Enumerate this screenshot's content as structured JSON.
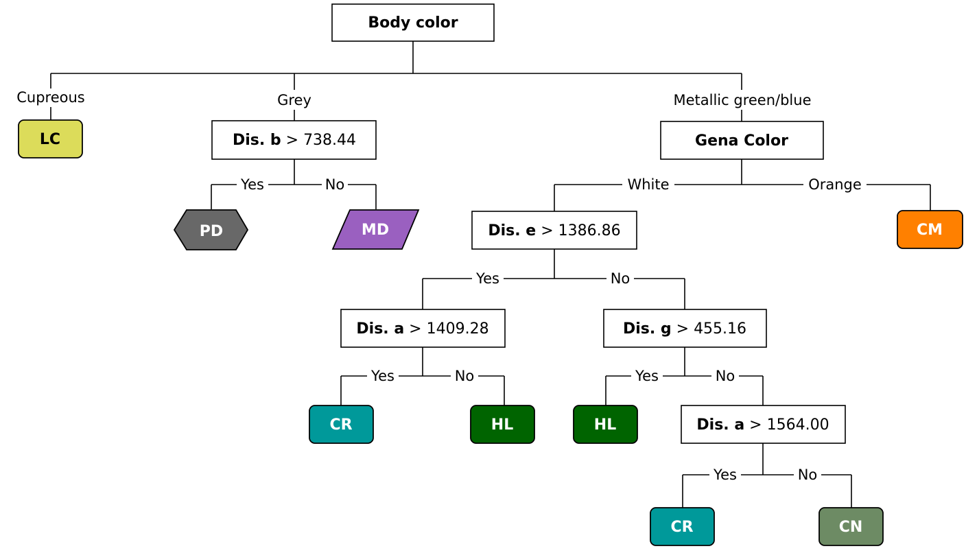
{
  "root": {
    "label": "Body color"
  },
  "branch_labels": {
    "cupreous": "Cupreous",
    "grey": "Grey",
    "metallic": "Metallic green/blue",
    "white": "White",
    "orange": "Orange",
    "yes": "Yes",
    "no": "No"
  },
  "nodes": {
    "dis_b": {
      "feature": "Dis. b",
      "op": ">",
      "value": "738.44"
    },
    "gena": {
      "label": "Gena Color"
    },
    "dis_e": {
      "feature": "Dis. e",
      "op": ">",
      "value": "1386.86"
    },
    "dis_a1": {
      "feature": "Dis. a",
      "op": ">",
      "value": "1409.28"
    },
    "dis_g": {
      "feature": "Dis. g",
      "op": ">",
      "value": "455.16"
    },
    "dis_a2": {
      "feature": "Dis. a",
      "op": ">",
      "value": "1564.00"
    }
  },
  "leaves": {
    "lc": {
      "label": "LC",
      "color": "#dcdc5a",
      "text_color": "#000000"
    },
    "pd": {
      "label": "PD",
      "color": "#686868",
      "text_color": "#ffffff"
    },
    "md": {
      "label": "MD",
      "color": "#9a60c0",
      "text_color": "#ffffff"
    },
    "cm": {
      "label": "CM",
      "color": "#ff8000",
      "text_color": "#ffffff"
    },
    "cr1": {
      "label": "CR",
      "color": "#00999a",
      "text_color": "#ffffff"
    },
    "hl1": {
      "label": "HL",
      "color": "#006400",
      "text_color": "#ffffff"
    },
    "hl2": {
      "label": "HL",
      "color": "#006400",
      "text_color": "#ffffff"
    },
    "cr2": {
      "label": "CR",
      "color": "#00999a",
      "text_color": "#ffffff"
    },
    "cn": {
      "label": "CN",
      "color": "#6d8b64",
      "text_color": "#ffffff"
    }
  }
}
